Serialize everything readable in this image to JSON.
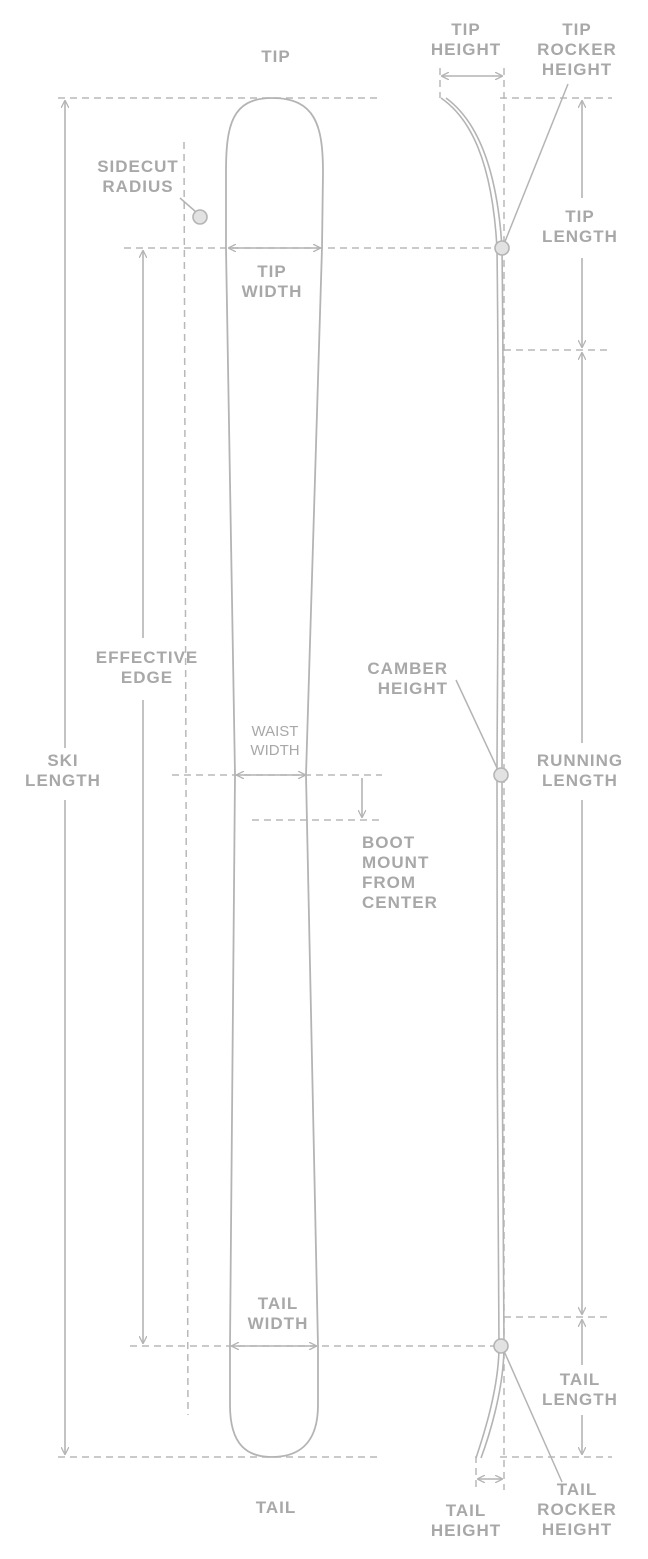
{
  "labels": {
    "tip": "TIP",
    "tail": "TAIL",
    "sidecut_radius": [
      "SIDECUT",
      "RADIUS"
    ],
    "tip_width": [
      "TIP",
      "WIDTH"
    ],
    "effective_edge": [
      "EFFECTIVE",
      "EDGE"
    ],
    "ski_length": [
      "SKI",
      "LENGTH"
    ],
    "waist_width": [
      "WAIST",
      "WIDTH"
    ],
    "boot_mount_from_center": [
      "BOOT",
      "MOUNT",
      "FROM",
      "CENTER"
    ],
    "tail_width": [
      "TAIL",
      "WIDTH"
    ],
    "tip_height": [
      "TIP",
      "HEIGHT"
    ],
    "tip_rocker_height": [
      "TIP",
      "ROCKER",
      "HEIGHT"
    ],
    "tip_length": [
      "TIP",
      "LENGTH"
    ],
    "camber_height": [
      "CAMBER",
      "HEIGHT"
    ],
    "running_length": [
      "RUNNING",
      "LENGTH"
    ],
    "tail_length": [
      "TAIL",
      "LENGTH"
    ],
    "tail_height": [
      "TAIL",
      "HEIGHT"
    ],
    "tail_rocker_height": [
      "TAIL",
      "ROCKER",
      "HEIGHT"
    ]
  },
  "colors": {
    "line": "#b4b4b4",
    "text": "#a8a8a8",
    "marker_fill": "#e2e2e2"
  }
}
